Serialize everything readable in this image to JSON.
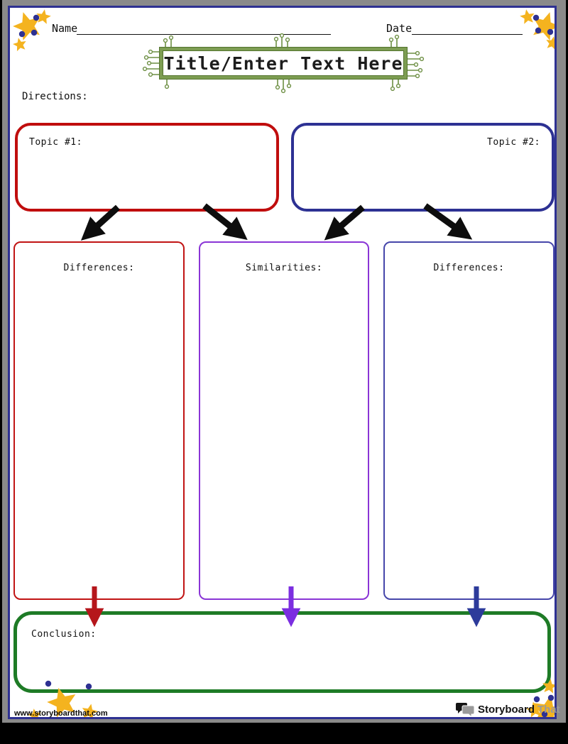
{
  "colors": {
    "frame-gray": "#8A8A8A",
    "page-border": "#2E3192",
    "title-olive": "#7D9D52",
    "title-olive-dark": "#54742F",
    "circuit-green": "#6D8F43",
    "topic-red": "#C00D0D",
    "topic-navy": "#2D3193",
    "col-red": "#C11414",
    "col-purple": "#8A35D6",
    "col-navy": "#4646AA",
    "conclusion-green": "#1E7B26",
    "arrow-black": "#0D0D0D",
    "arrow-red": "#B5161B",
    "arrow-purple": "#7B2EE0",
    "arrow-navy": "#2D3B9B",
    "star-yellow": "#F4B31F",
    "dot-navy": "#2E3192",
    "logo-gray": "#9A9A9A"
  },
  "header": {
    "name_label": "Name",
    "date_label": "Date",
    "title": "Title/Enter Text Here",
    "directions_label": "Directions:"
  },
  "topics": [
    {
      "label": "Topic #1:"
    },
    {
      "label": "Topic #2:"
    }
  ],
  "columns": [
    {
      "label": "Differences:"
    },
    {
      "label": "Similarities:"
    },
    {
      "label": "Differences:"
    }
  ],
  "conclusion": {
    "label": "Conclusion:"
  },
  "footer": {
    "url": "www.storyboardthat.com",
    "logo_primary": "Storyboard",
    "logo_secondary": "That"
  }
}
